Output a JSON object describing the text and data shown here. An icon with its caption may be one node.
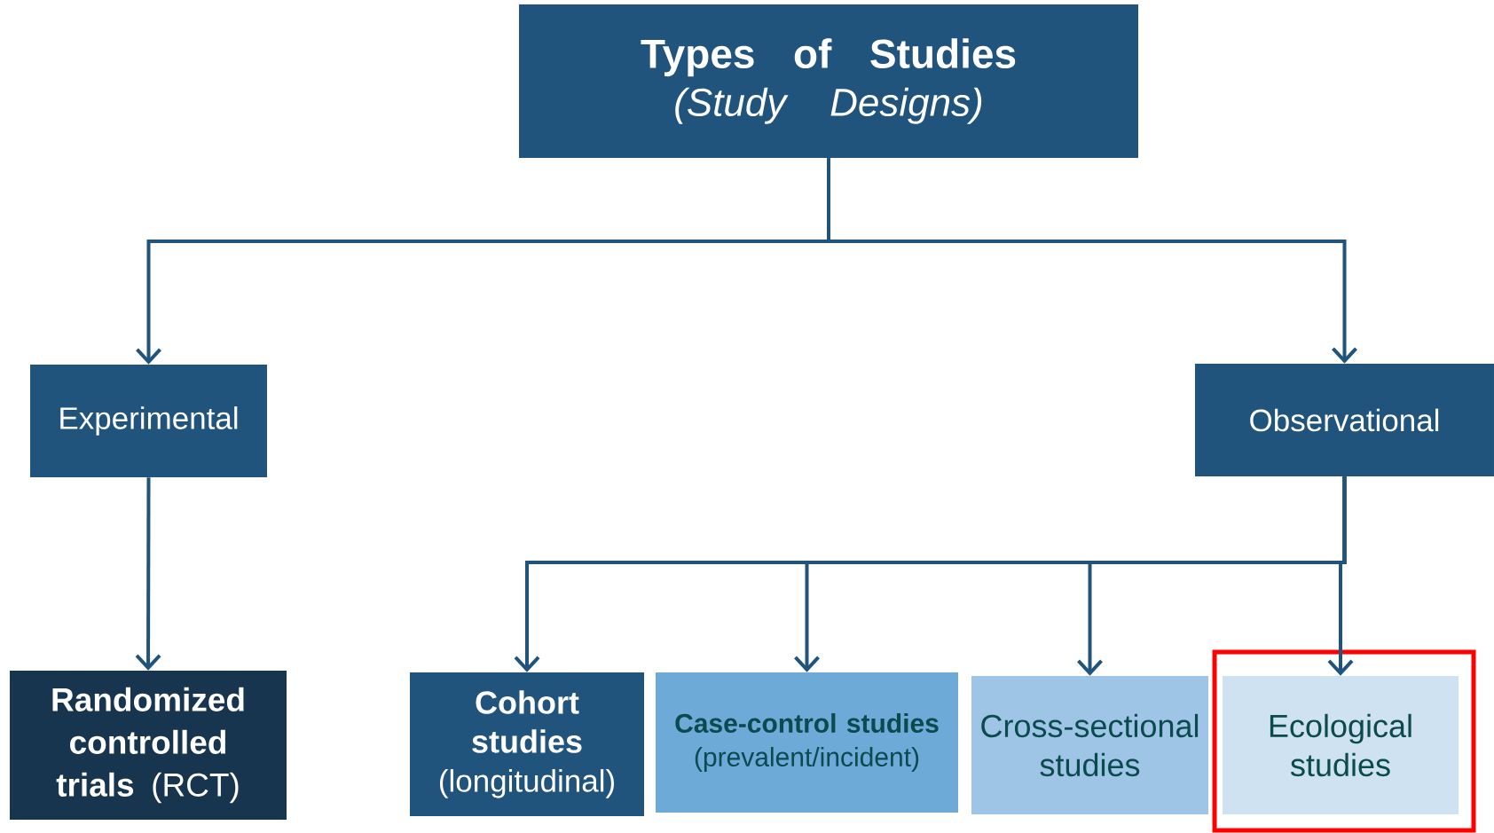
{
  "diagram": {
    "nodes": [
      {
        "text": [
          "Types of Studies",
          "(Study Designs)"
        ]
      },
      {
        "text": [
          "Experimental"
        ]
      },
      {
        "text": [
          "Observational"
        ]
      },
      {
        "text": [
          "**Randomized controlled trials** (RCT)"
        ]
      },
      {
        "text": [
          "Cohort studies",
          "(longitudinal)"
        ]
      },
      {
        "text": [
          "Case-control studies",
          "(prevalent/incident)"
        ]
      },
      {
        "text": [
          "Cross-sectional studies"
        ]
      },
      {
        "text": [
          "Ecological studies"
        ]
      }
    ],
    "edges": [
      {
        "from": 0,
        "to": 1,
        "arrow": "to"
      },
      {
        "from": 0,
        "to": 2,
        "arrow": "to"
      },
      {
        "from": 1,
        "to": 3,
        "arrow": "to"
      },
      {
        "from": 2,
        "to": 4,
        "arrow": "to"
      },
      {
        "from": 2,
        "to": 5,
        "arrow": "to"
      },
      {
        "from": 2,
        "to": 6,
        "arrow": "to"
      },
      {
        "from": 2,
        "to": 7,
        "arrow": "to"
      }
    ]
  }
}
